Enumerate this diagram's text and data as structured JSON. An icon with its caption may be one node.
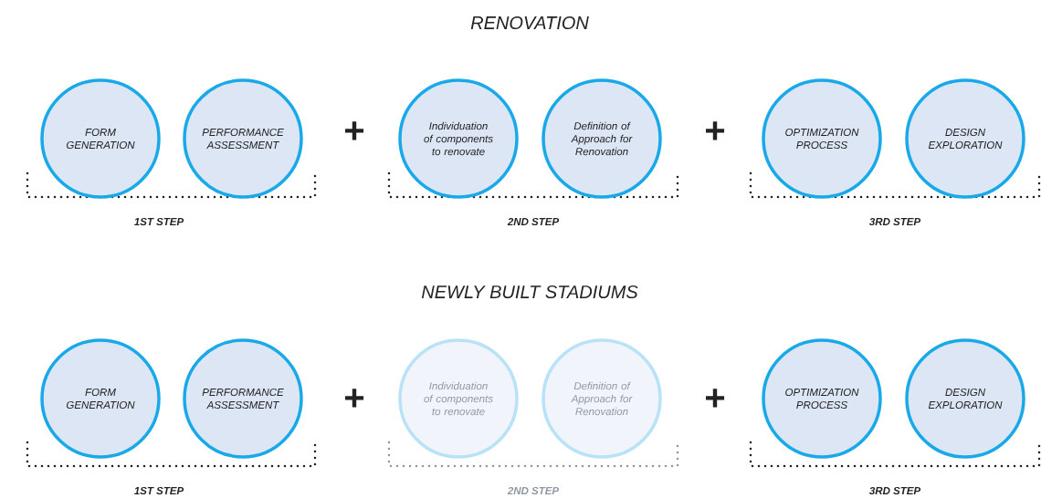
{
  "diagram": {
    "nodes": [
      {
        "text": [
          "FORM GENERATION"
        ]
      },
      {
        "text": [
          "PERFORMANCE ASSESSMENT"
        ]
      },
      {
        "text": [
          "Individuation of components to renovate"
        ]
      },
      {
        "text": [
          "Definition of Approach for Renovation"
        ]
      },
      {
        "text": [
          "OPTIMIZATION PROCESS"
        ]
      },
      {
        "text": [
          "DESIGN EXPLORATION"
        ]
      },
      {
        "text": [
          "FORM GENERATION"
        ]
      },
      {
        "text": [
          "PERFORMANCE ASSESSMENT"
        ]
      },
      {
        "text": [
          "Individuation of components to renovate"
        ]
      },
      {
        "text": [
          "Definition of Approach for Renovation"
        ]
      },
      {
        "text": [
          "OPTIMIZATION PROCESS"
        ]
      },
      {
        "text": [
          "DESIGN EXPLORATION"
        ]
      }
    ],
    "labels": [
      "RENOVATION",
      "+",
      "+",
      "1ST STEP",
      "2ND STEP",
      "3RD STEP",
      "NEWLY BUILT STADIUMS",
      "+",
      "+",
      "1ST STEP",
      "2ND STEP",
      "3RD STEP"
    ]
  }
}
